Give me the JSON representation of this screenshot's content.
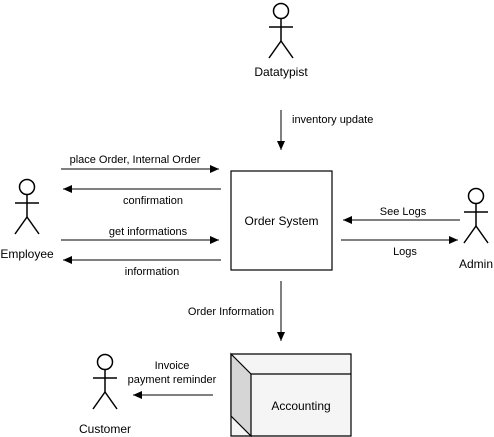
{
  "actors": {
    "datatypist": "Datatypist",
    "employee": "Employee",
    "admin": "Admin",
    "customer": "Customer"
  },
  "nodes": {
    "order_system": "Order System",
    "accounting": "Accounting"
  },
  "edges": {
    "inventory_update": "inventory update",
    "place_order": "place Order, Internal Order",
    "confirmation": "confirmation",
    "get_informations": "get informations",
    "information": "information",
    "see_logs": "See Logs",
    "logs": "Logs",
    "order_information": "Order Information",
    "invoice_line1": "Invoice",
    "invoice_line2": "payment reminder"
  },
  "colors": {
    "stroke": "#000000",
    "cube_face": "#f5f5f5",
    "cube_side": "#d6d6d6"
  }
}
